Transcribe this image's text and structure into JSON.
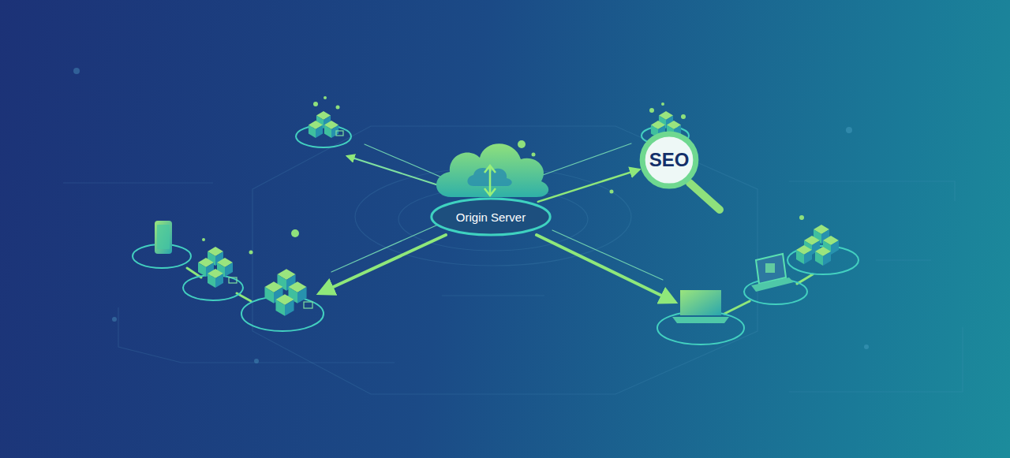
{
  "diagram": {
    "nodes": [
      {
        "text": [
          "Origin Server"
        ]
      },
      {
        "text": [
          "SEO"
        ]
      }
    ],
    "edges": [
      {
        "from": 0,
        "to": 1,
        "arrow": "to"
      }
    ]
  }
}
